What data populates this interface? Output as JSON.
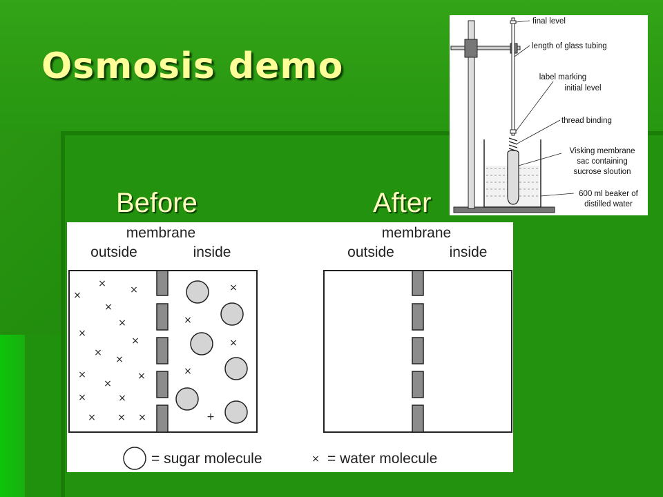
{
  "slide": {
    "title": "Osmosis demo",
    "before_label": "Before",
    "after_label": "After"
  },
  "diagram": {
    "before": {
      "membrane_label": "membrane",
      "outside_label": "outside",
      "inside_label": "inside"
    },
    "after": {
      "membrane_label": "membrane",
      "outside_label": "outside",
      "inside_label": "inside"
    },
    "legend": {
      "sugar": "= sugar molecule",
      "water": "= water molecule"
    }
  },
  "apparatus": {
    "labels": [
      "final level",
      "length of glass tubing",
      "label marking",
      "initial level",
      "thread binding",
      "Visking membrane",
      "sac containing",
      "sucrose sloution",
      "600 ml beaker of",
      "distilled water"
    ]
  },
  "colors": {
    "title": "#ffff99",
    "background": "#1f8a0c",
    "molecule_fill": "#d4d4d4",
    "membrane_fill": "#8c8c8c"
  }
}
